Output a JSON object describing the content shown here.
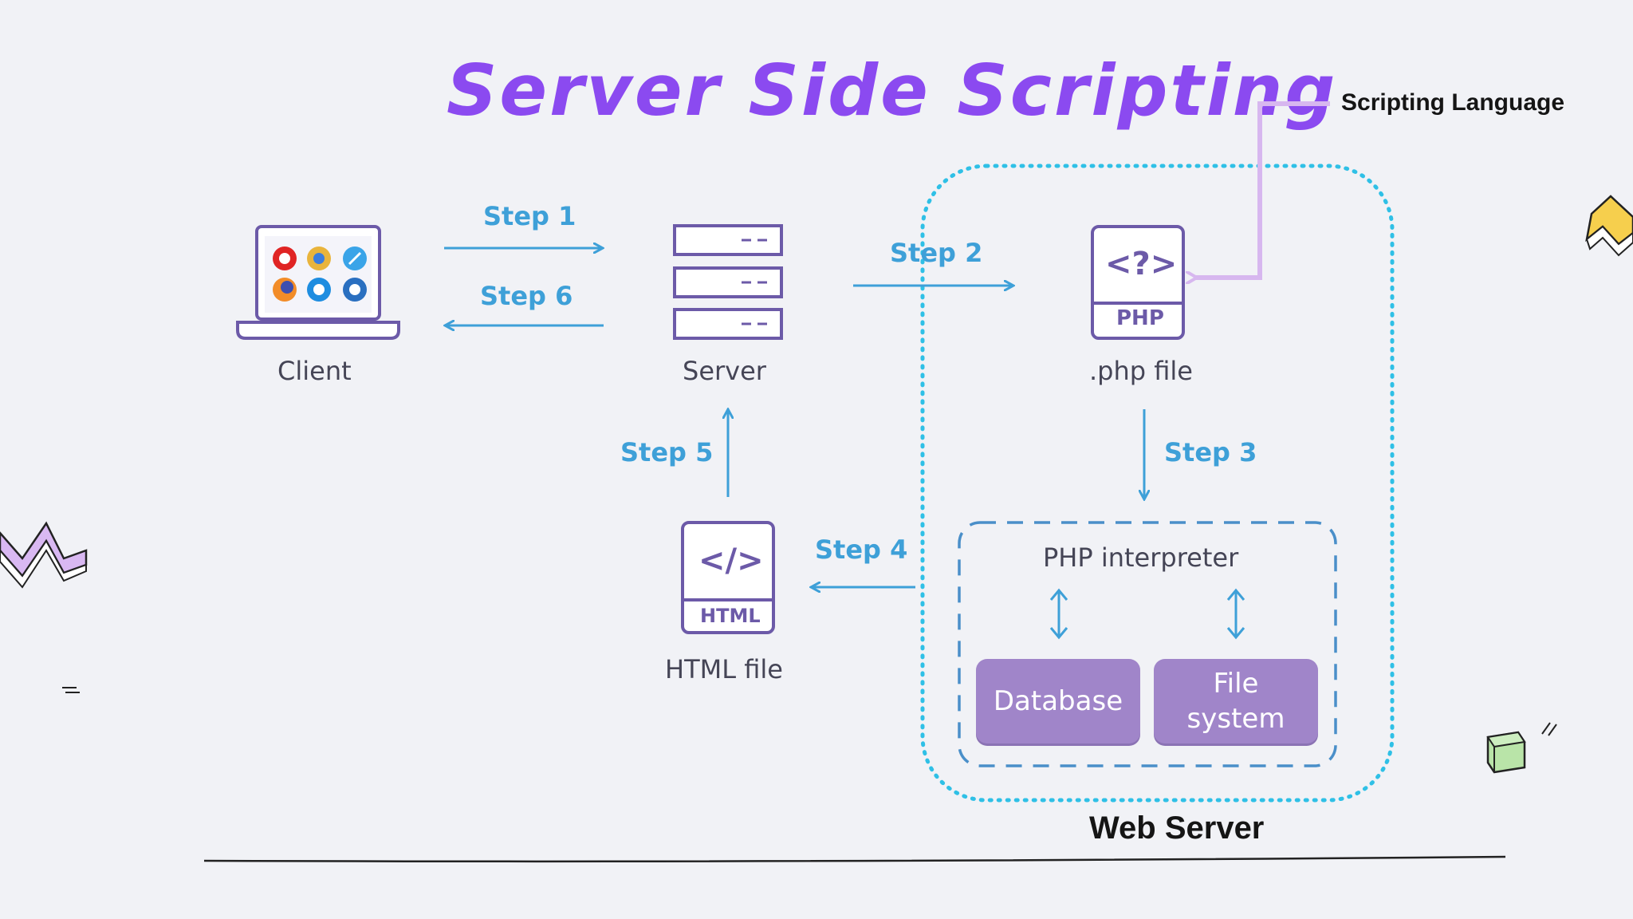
{
  "title": "Server Side Scripting",
  "nodes": {
    "client": "Client",
    "server": "Server",
    "php_file": ".php file",
    "php_icon_text": "<?>",
    "php_badge": "PHP",
    "html_file": "HTML file",
    "html_icon_text": "</>",
    "html_badge": "HTML",
    "interpreter": "PHP interpreter",
    "database": "Database",
    "file_system_line1": "File",
    "file_system_line2": "system"
  },
  "steps": {
    "step1": "Step 1",
    "step2": "Step 2",
    "step3": "Step 3",
    "step4": "Step 4",
    "step5": "Step 5",
    "step6": "Step 6"
  },
  "callouts": {
    "scripting_language": "Scripting Language",
    "web_server": "Web Server"
  },
  "colors": {
    "title": "#8b4af0",
    "step": "#3ea0d8",
    "icon_outline": "#6c5aa8",
    "dotted_box": "#2fc0e6",
    "dashed_box": "#4a8fc9",
    "store_fill": "#a085c9",
    "callout_line": "#d7b7ef"
  }
}
